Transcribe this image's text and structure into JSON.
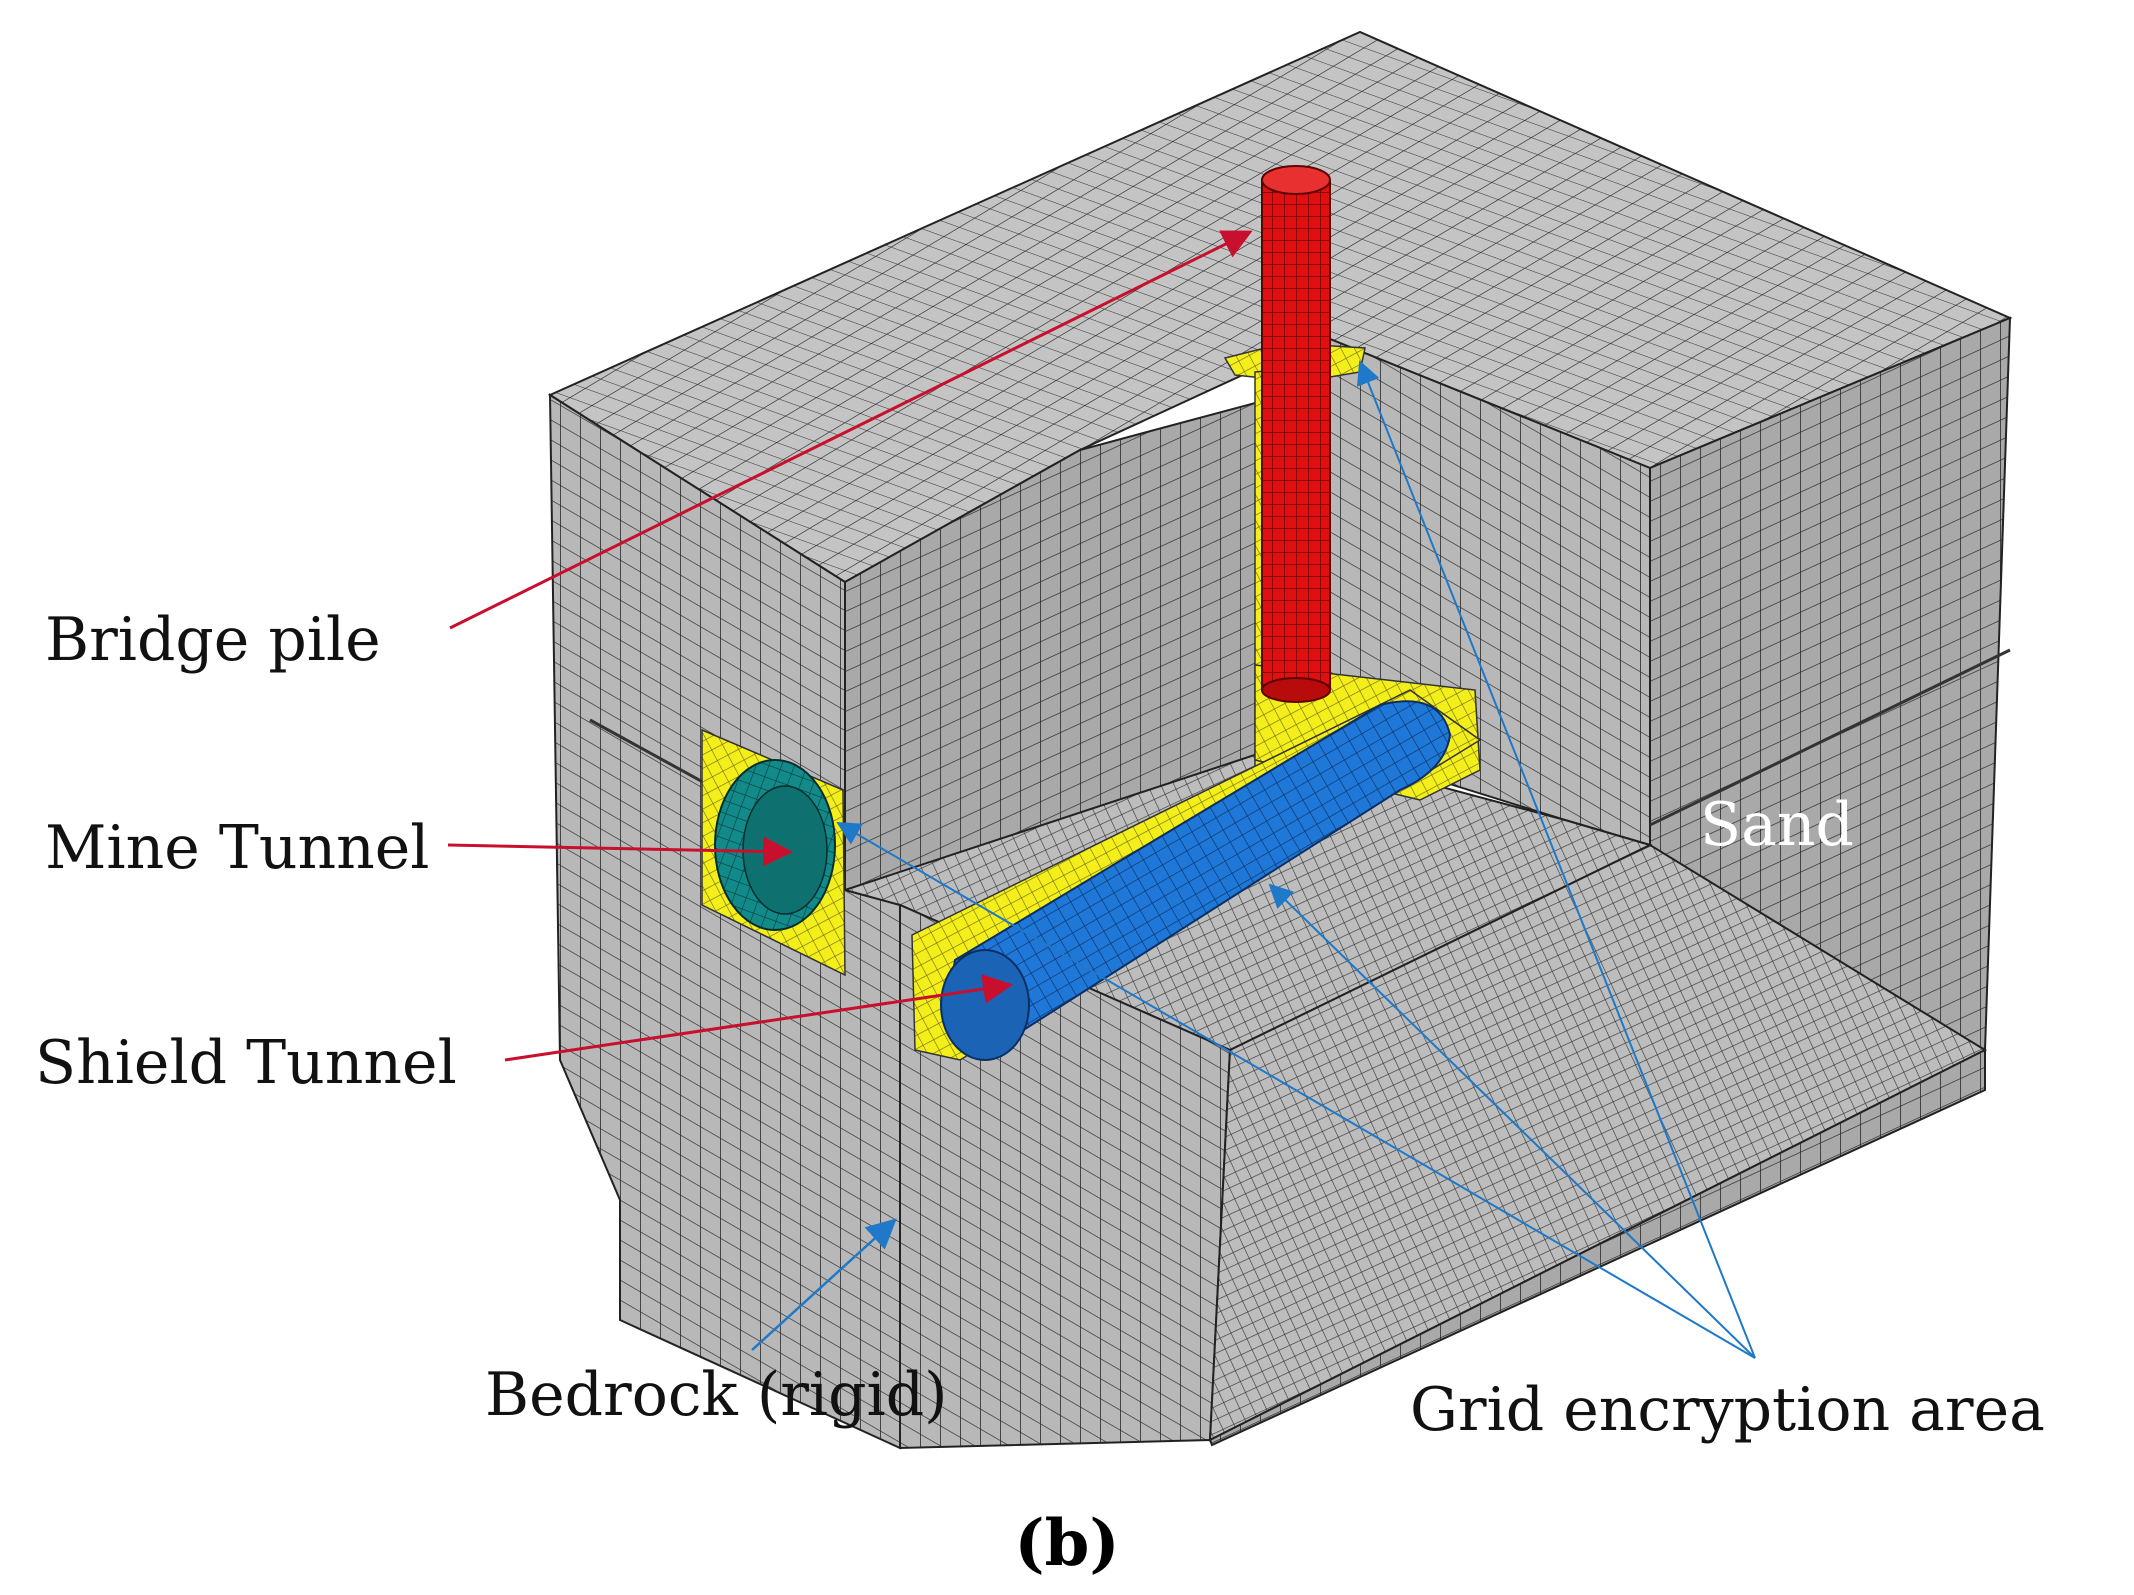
{
  "labels": {
    "bridge_pile": "Bridge pile",
    "mine_tunnel": "Mine Tunnel",
    "shield_tunnel": "Shield Tunnel",
    "bedrock": "Bedrock (rigid)",
    "grid_area": "Grid encryption area",
    "sand": "Sand"
  },
  "caption": "(b)",
  "colors": {
    "mesh_fill": "#b9b9b9",
    "mesh_dark": "#9a9a9a",
    "mesh_light": "#cfcfcf",
    "mesh_line": "#2b2b2b",
    "pile": "#e01010",
    "shield_tunnel": "#1f78d8",
    "mine_tunnel": "#138a8a",
    "encryption_zone": "#f4ef1a",
    "red_arrow": "#c8102e",
    "blue_arrow": "#1f78c8"
  }
}
